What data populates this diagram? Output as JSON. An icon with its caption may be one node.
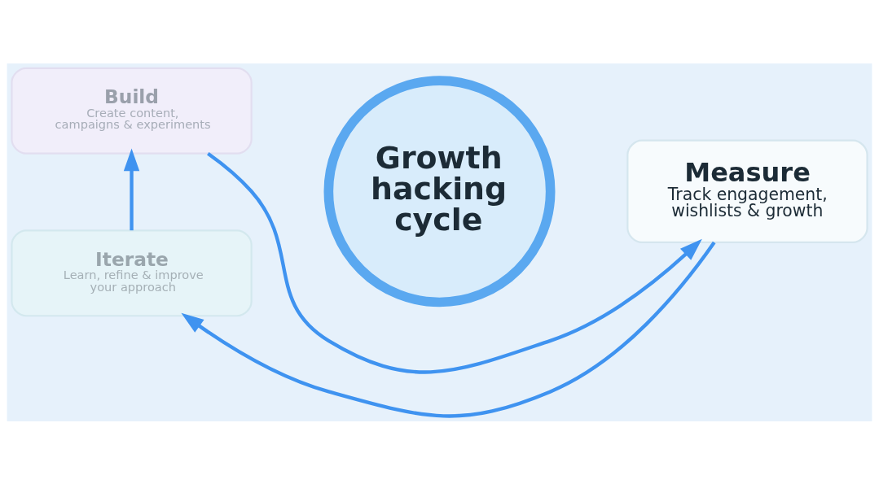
{
  "diagram": {
    "nodes": [
      {
        "text": [
          "Growth hacking cycle"
        ]
      },
      {
        "text": [
          "Build",
          "Create content, campaigns & experiments"
        ]
      },
      {
        "text": [
          "Measure",
          "Track engagement, wishlists & growth"
        ]
      },
      {
        "text": [
          "Iterate",
          "Learn, refine & improve your approach"
        ]
      }
    ],
    "edges": [
      {
        "from": 1,
        "to": 2,
        "arrow": "to"
      },
      {
        "from": 2,
        "to": 3,
        "arrow": "to"
      },
      {
        "from": 3,
        "to": 1,
        "arrow": "to"
      }
    ]
  }
}
